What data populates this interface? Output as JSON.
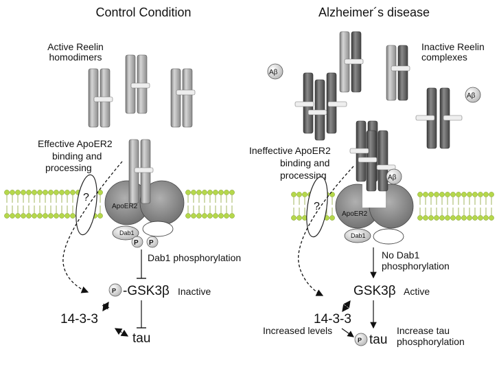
{
  "control": {
    "title": "Control Condition",
    "active_reelin_line1": "Active Reelin",
    "active_reelin_line2": "homodimers",
    "effective_line1": "Effective ApoER2",
    "effective_line2": "binding and",
    "effective_line3": "processing",
    "question": "?",
    "receptor": "ApoER2",
    "dab1": "Dab1",
    "p_symbol": "P",
    "dab1_phos": "Dab1 phosphorylation",
    "gsk_prefix": "-GSK3",
    "beta": "β",
    "inactive": "Inactive",
    "adaptor": "14-3-3",
    "tau": "tau"
  },
  "alzheimer": {
    "title": "Alzheimer´s disease",
    "inactive_reelin_line1": "Inactive Reelin",
    "inactive_reelin_line2": "complexes",
    "abeta": "Aβ",
    "ineffective_line1": "Ineffective ApoER2",
    "ineffective_line2": "binding and",
    "ineffective_line3": "processing",
    "question": "?",
    "receptor": "ApoER2",
    "dab1": "Dab1",
    "no_dab1_line1": "No Dab1",
    "no_dab1_line2": "phosphorylation",
    "gsk": "GSK3",
    "beta": "β",
    "active": "Active",
    "adaptor": "14-3-3",
    "increased_levels": "Increased levels",
    "p_symbol": "P",
    "tau": "tau",
    "increase_tau_line1": "Increase tau",
    "increase_tau_line2": "phosphorylation"
  },
  "colors": {
    "reelin_active": "#a9a9a9",
    "reelin_inactive": "#555555",
    "membrane_head": "#b5d84a",
    "receptor": "#8a8a8a"
  }
}
